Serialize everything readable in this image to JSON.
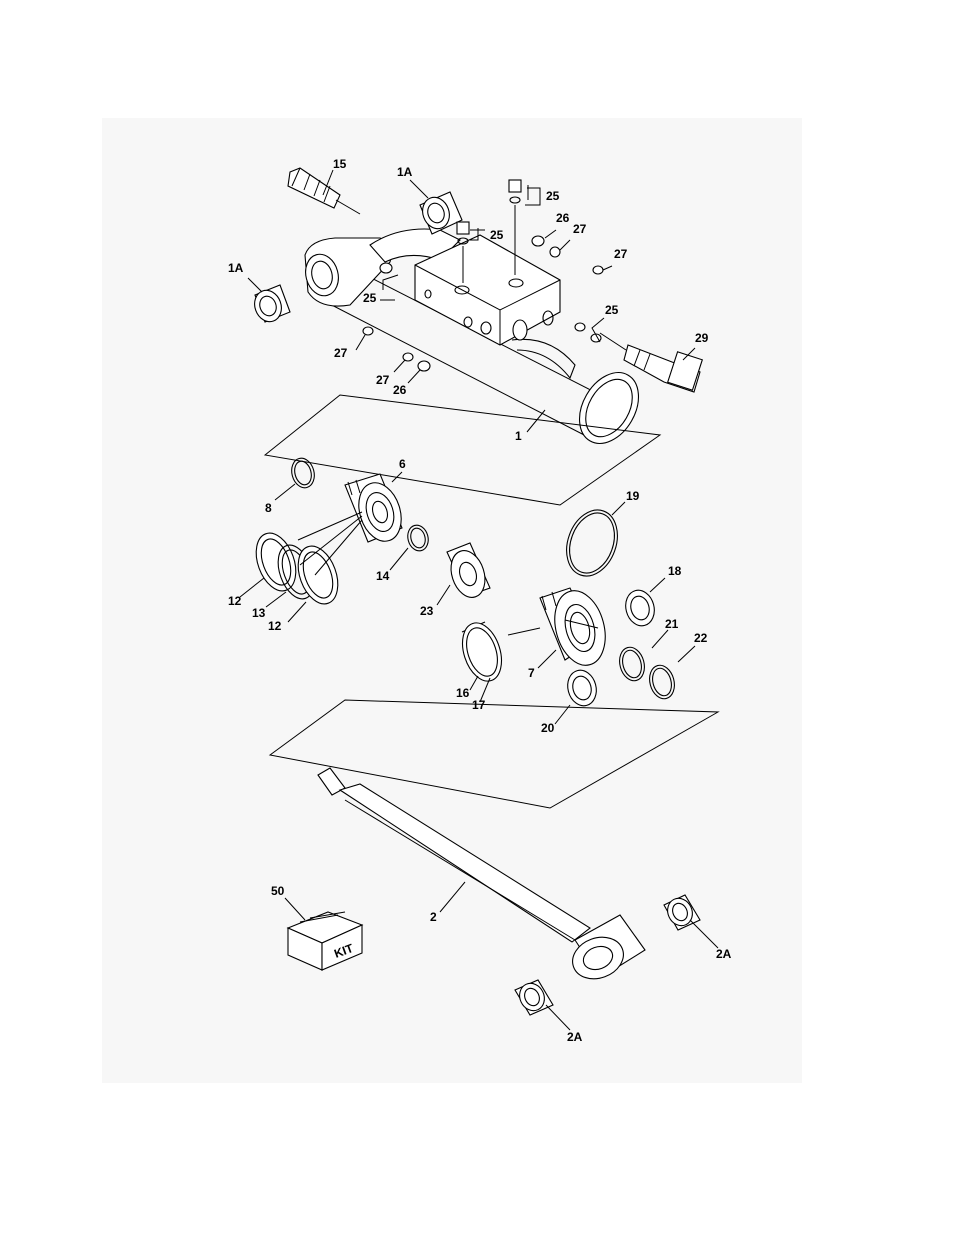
{
  "callouts": [
    {
      "id": "c15",
      "label": "15"
    },
    {
      "id": "c1a-top",
      "label": "1A"
    },
    {
      "id": "c1a-left",
      "label": "1A"
    },
    {
      "id": "c25-a",
      "label": "25"
    },
    {
      "id": "c25-b",
      "label": "25"
    },
    {
      "id": "c25-c",
      "label": "25"
    },
    {
      "id": "c25-d",
      "label": "25"
    },
    {
      "id": "c26-a",
      "label": "26"
    },
    {
      "id": "c26-b",
      "label": "26"
    },
    {
      "id": "c27-a",
      "label": "27"
    },
    {
      "id": "c27-b",
      "label": "27"
    },
    {
      "id": "c27-c",
      "label": "27"
    },
    {
      "id": "c27-d",
      "label": "27"
    },
    {
      "id": "c29",
      "label": "29"
    },
    {
      "id": "c1",
      "label": "1"
    },
    {
      "id": "c6",
      "label": "6"
    },
    {
      "id": "c8",
      "label": "8"
    },
    {
      "id": "c12-a",
      "label": "12"
    },
    {
      "id": "c13",
      "label": "13"
    },
    {
      "id": "c12-b",
      "label": "12"
    },
    {
      "id": "c14",
      "label": "14"
    },
    {
      "id": "c23",
      "label": "23"
    },
    {
      "id": "c19",
      "label": "19"
    },
    {
      "id": "c18",
      "label": "18"
    },
    {
      "id": "c21",
      "label": "21"
    },
    {
      "id": "c22",
      "label": "22"
    },
    {
      "id": "c7",
      "label": "7"
    },
    {
      "id": "c16",
      "label": "16"
    },
    {
      "id": "c17",
      "label": "17"
    },
    {
      "id": "c20",
      "label": "20"
    },
    {
      "id": "c50",
      "label": "50"
    },
    {
      "id": "c2",
      "label": "2"
    },
    {
      "id": "c2a-right",
      "label": "2A"
    },
    {
      "id": "c2a-bottom",
      "label": "2A"
    }
  ],
  "kit_box_text": "KIT"
}
